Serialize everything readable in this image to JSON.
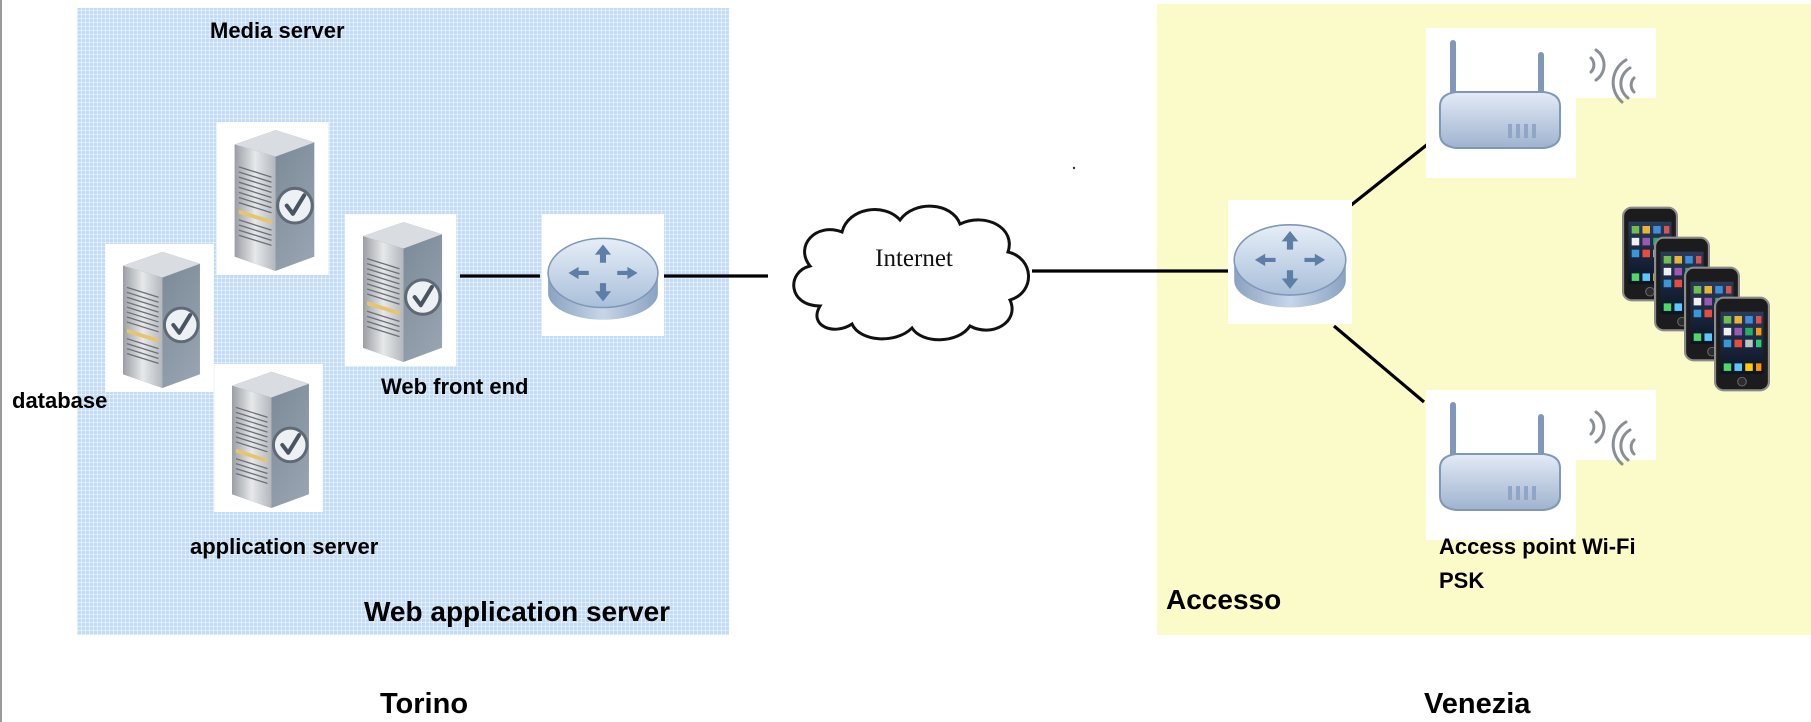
{
  "zones": {
    "web": {
      "title": "Web application server",
      "color": "#c3dcf6"
    },
    "access": {
      "title": "Accesso",
      "color": "#fbfbc9"
    }
  },
  "labels": {
    "media_server": "Media server",
    "database": "database",
    "web_front_end": "Web front end",
    "application_server": "application server",
    "access_point_line1": "Access point Wi-Fi",
    "access_point_line2": "PSK"
  },
  "cloud": {
    "label": "Internet"
  },
  "cities": {
    "left": "Torino",
    "right": "Venezia"
  },
  "icons": {
    "servers": [
      "server-icon",
      "server-icon",
      "server-icon",
      "server-icon"
    ],
    "routers": [
      "router-icon",
      "router-icon"
    ],
    "access_points": [
      "wifi-access-point-icon",
      "wifi-access-point-icon"
    ],
    "phones": [
      "smartphone-icon",
      "smartphone-icon",
      "smartphone-icon",
      "smartphone-icon"
    ]
  }
}
